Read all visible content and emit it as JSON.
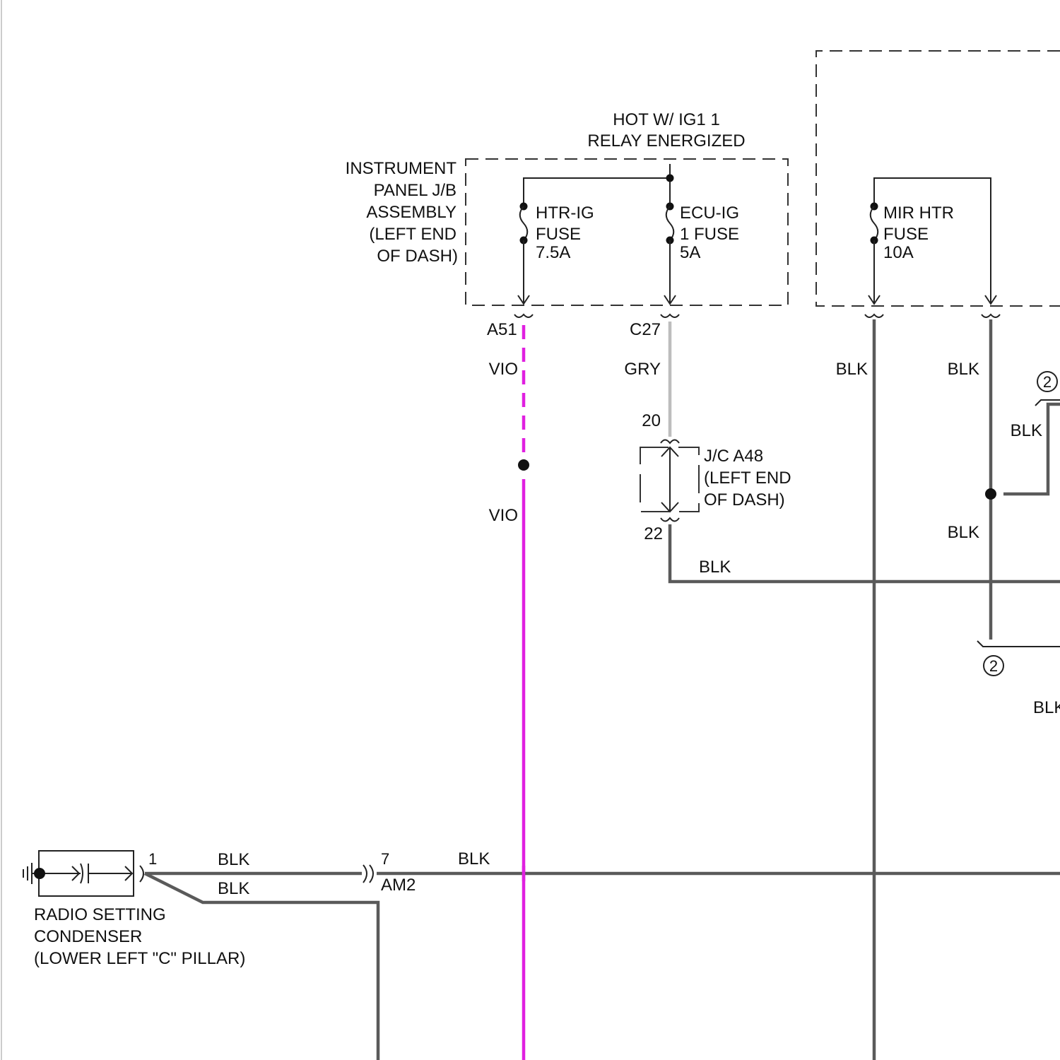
{
  "colors": {
    "blk_wire": "#5a5a5a",
    "vio_wire": "#e020e0",
    "gry_wire": "#bdbdbd",
    "line": "#222222"
  },
  "supply": {
    "line1": "HOT W/ IG1 1",
    "line2": "RELAY ENERGIZED"
  },
  "jb": {
    "label_lines": [
      "INSTRUMENT",
      "PANEL J/B",
      "ASSEMBLY",
      "(LEFT END",
      "OF DASH)"
    ],
    "fuses": [
      {
        "lines": [
          "HTR-IG",
          "FUSE",
          "7.5A"
        ],
        "connector": "A51",
        "wire": "VIO"
      },
      {
        "lines": [
          "ECU-IG",
          "1 FUSE",
          "5A"
        ],
        "connector": "C27",
        "wire": "GRY"
      }
    ]
  },
  "right_box": {
    "fuse_lines": [
      "MIR HTR",
      "FUSE",
      "10A"
    ],
    "wire_left": "BLK",
    "wire_right": "BLK"
  },
  "jc": {
    "label_lines": [
      "J/C A48",
      "(LEFT END",
      "OF DASH)"
    ],
    "pin_in": "20",
    "pin_out": "22",
    "out_wire": "BLK"
  },
  "vio_lower": "VIO",
  "right_side": {
    "circle_top": "2",
    "circle_bottom": "2",
    "blk_upper": "BLK",
    "blk_mid": "BLK",
    "blk_lower_cut": "BLK"
  },
  "condenser": {
    "label_lines": [
      "RADIO SETTING",
      "CONDENSER",
      "(LOWER LEFT \"C\" PILLAR)"
    ],
    "pin": "1",
    "wire_top": "BLK",
    "wire_bottom": "BLK"
  },
  "am2": {
    "pin": "7",
    "connector": "AM2",
    "wire": "BLK"
  }
}
